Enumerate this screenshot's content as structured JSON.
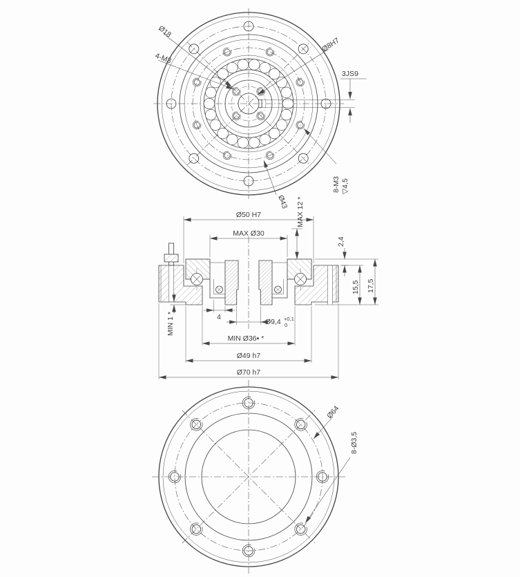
{
  "colors": {
    "line": "#474747",
    "background": "#fcfcfc"
  },
  "views": {
    "top": {
      "labels": {
        "hub_dia": "Ø18",
        "hub_holes": "4-M3",
        "bore": "Ø8H7",
        "keyway": "3JS9",
        "flange_holes": "8-M3",
        "flange_holes_depth": "▽4,5",
        "bolt_circle": "Ø43"
      }
    },
    "section": {
      "labels": {
        "recess_dia": "Ø50 H7",
        "max_boss_dia": "MAX Ø30",
        "max_height": "MAX 12 *",
        "step_height": "2,4",
        "body_height": "15,5",
        "total_height": "17,5",
        "min_clearance": "MIN 1 *",
        "wall_dim": "4",
        "bore_dia": "Ø9,4",
        "bore_tol_upper": "+0,1",
        "bore_tol_lower": "0",
        "min_opening": "MIN Ø36▪ *",
        "spigot_dia": "Ø49 h7",
        "outer_dia": "Ø70 h7"
      }
    },
    "bottom": {
      "labels": {
        "bolt_circle": "Ø64",
        "through_holes": "8-Ø3,5"
      }
    }
  }
}
